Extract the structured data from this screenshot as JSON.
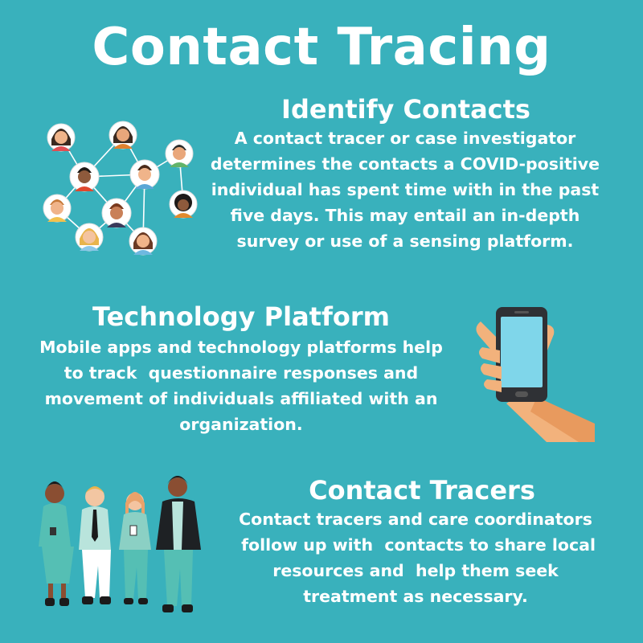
{
  "title": "Contact Tracing",
  "sections": [
    {
      "heading": "Identify Contacts",
      "lines": [
        "A contact tracer or case investigator",
        "determines the contacts a COVID-positive",
        "individual has spent time with in the past",
        "five days. This may entail an in-depth",
        "survey or use of a sensing platform."
      ]
    },
    {
      "heading": "Technology Platform",
      "lines": [
        "Mobile apps and technology platforms help",
        "to track  questionnaire responses and",
        "movement of individuals affiliated with an",
        "organization."
      ]
    },
    {
      "heading": "Contact Tracers",
      "lines": [
        "Contact tracers and care coordinators",
        " follow up with  contacts to share local",
        "resources and  help them seek",
        "treatment as necessary."
      ]
    }
  ],
  "colors": {
    "background": "#39B1BC",
    "text": "#FFFFFF",
    "phone_screen": "#7FD6EA",
    "skin": "#F2B27C"
  },
  "icons": [
    "contact-network-icon",
    "smartphone-hand-icon",
    "people-walking-icon"
  ]
}
